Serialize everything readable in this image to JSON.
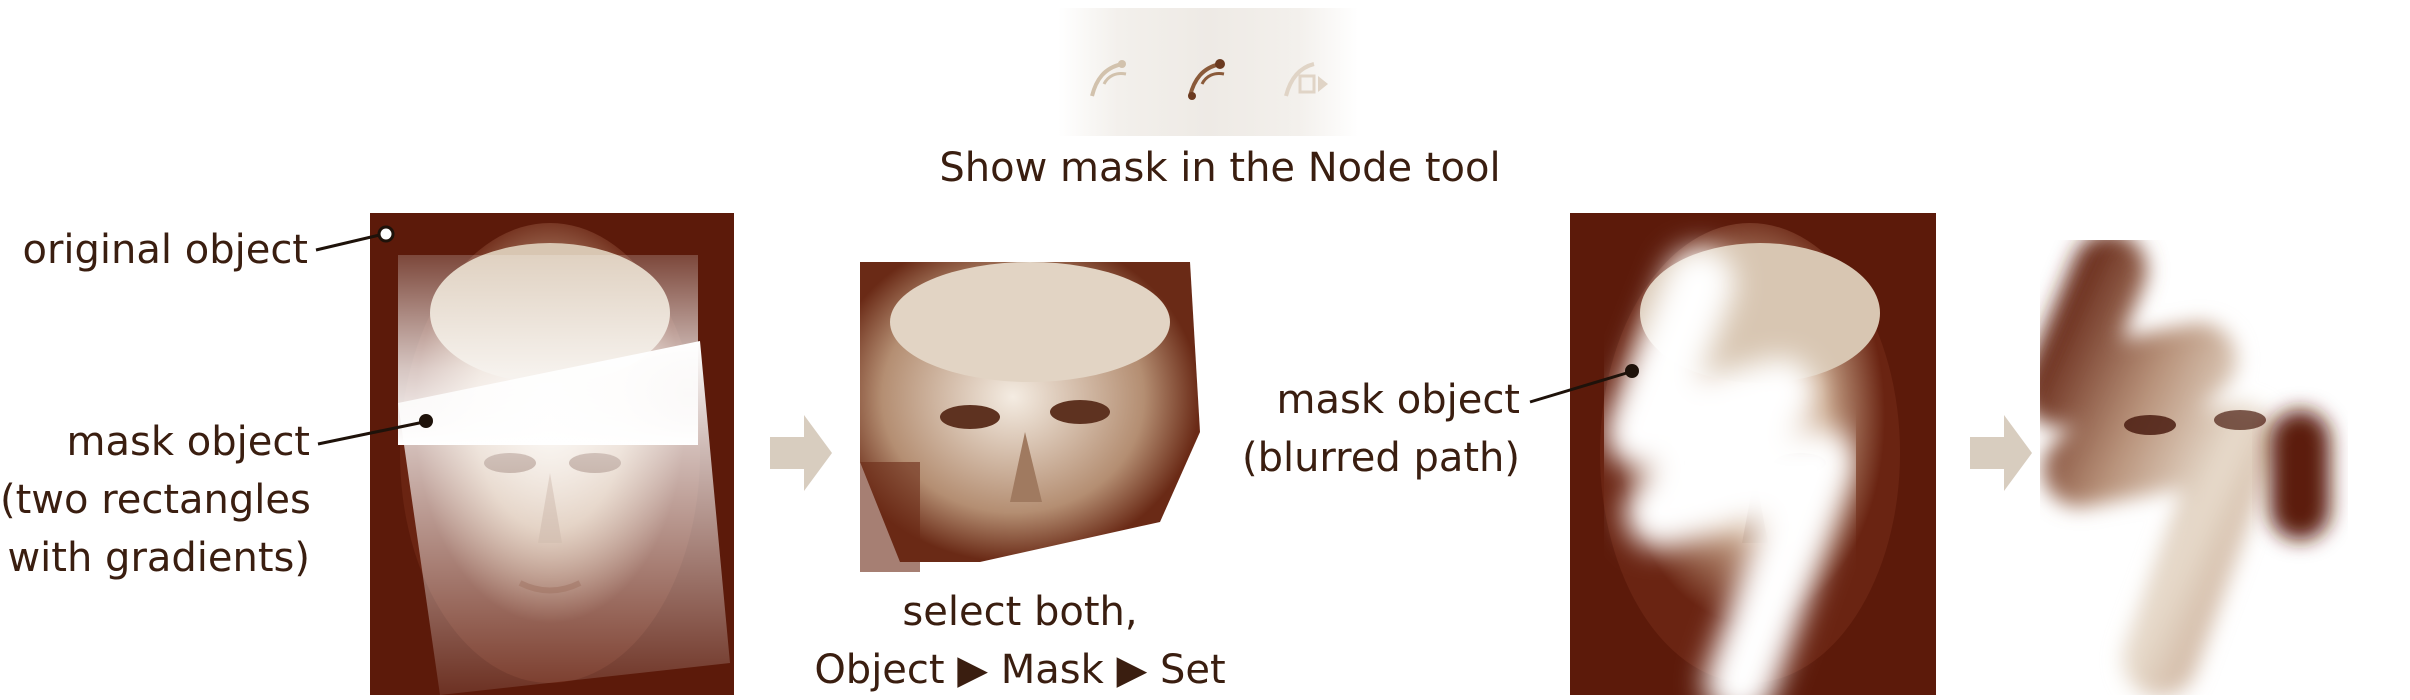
{
  "colors": {
    "sepia_dark": "#5c1a0a",
    "sepia_mid": "#a8826a",
    "text": "#3a1e10",
    "arrow": "#d8cdbf"
  },
  "toolbar": {
    "icons": [
      "node-edit-icon",
      "node-edit-active-icon",
      "show-mask-icon"
    ]
  },
  "title": "Show mask in the Node tool",
  "labels": {
    "original_object": "original object",
    "mask_object_line1": "mask object",
    "mask_object_line2": "(two rectangles",
    "mask_object_line3": "with gradients)",
    "select_line1": "select both,",
    "select_line2": "Object ▶ Mask ▶ Set",
    "mask_object_blur_line1": "mask object",
    "mask_object_blur_line2": "(blurred path)"
  }
}
